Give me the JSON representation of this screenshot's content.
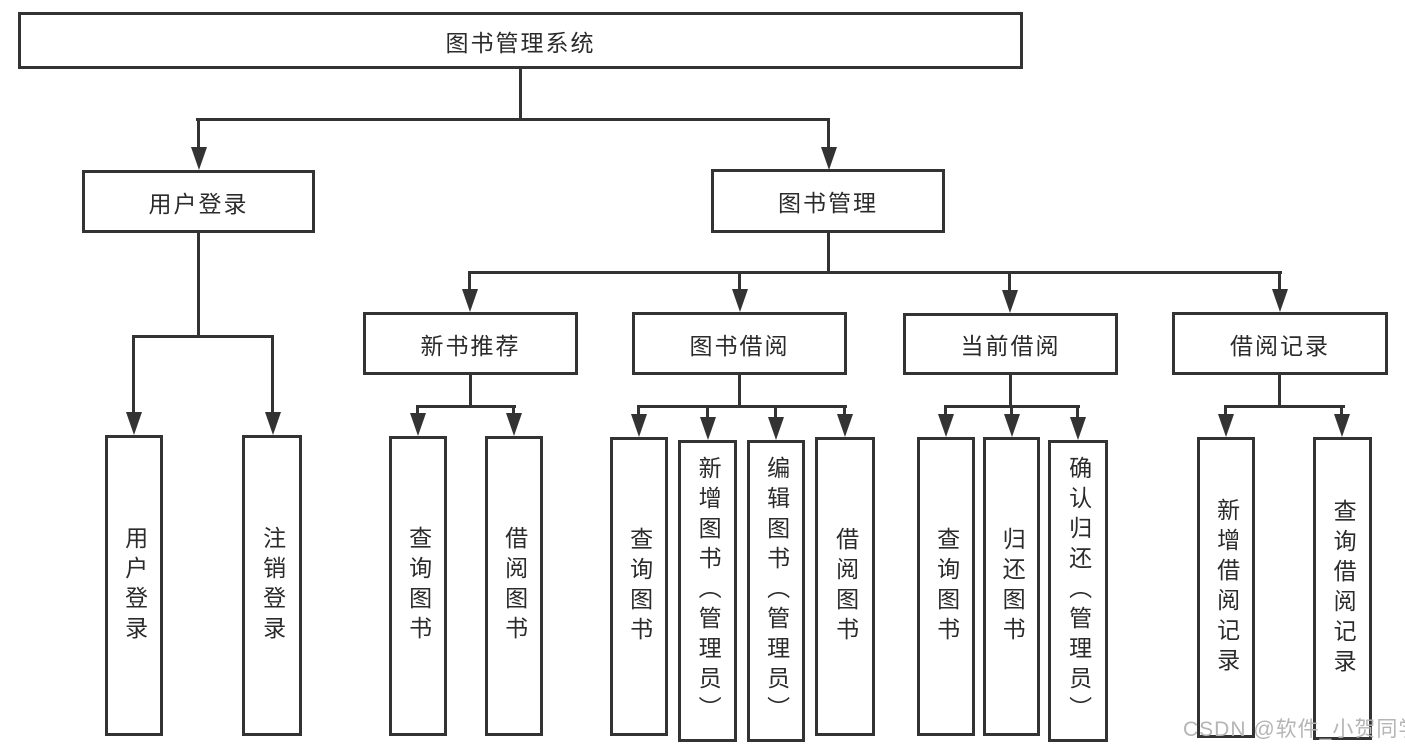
{
  "tree": {
    "root": "图书管理系统",
    "children": [
      {
        "label": "用户登录",
        "children": [
          {
            "label": "用户登录"
          },
          {
            "label": "注销登录"
          }
        ]
      },
      {
        "label": "图书管理",
        "children": [
          {
            "label": "新书推荐",
            "children": [
              {
                "label": "查询图书"
              },
              {
                "label": "借阅图书"
              }
            ]
          },
          {
            "label": "图书借阅",
            "children": [
              {
                "label": "查询图书"
              },
              {
                "label": "新增图书（管理员）"
              },
              {
                "label": "编辑图书（管理员）"
              },
              {
                "label": "借阅图书"
              }
            ]
          },
          {
            "label": "当前借阅",
            "children": [
              {
                "label": "查询图书"
              },
              {
                "label": "归还图书"
              },
              {
                "label": "确认归还（管理员）"
              }
            ]
          },
          {
            "label": "借阅记录",
            "children": [
              {
                "label": "新增借阅记录"
              },
              {
                "label": "查询借阅记录"
              }
            ]
          }
        ]
      }
    ]
  },
  "watermark": {
    "text": "CSDN @软件_小贺同学"
  },
  "colors": {
    "line": "#333333",
    "text": "#2b2b2b",
    "watermark": "#b5b5b5",
    "background": "#ffffff"
  }
}
